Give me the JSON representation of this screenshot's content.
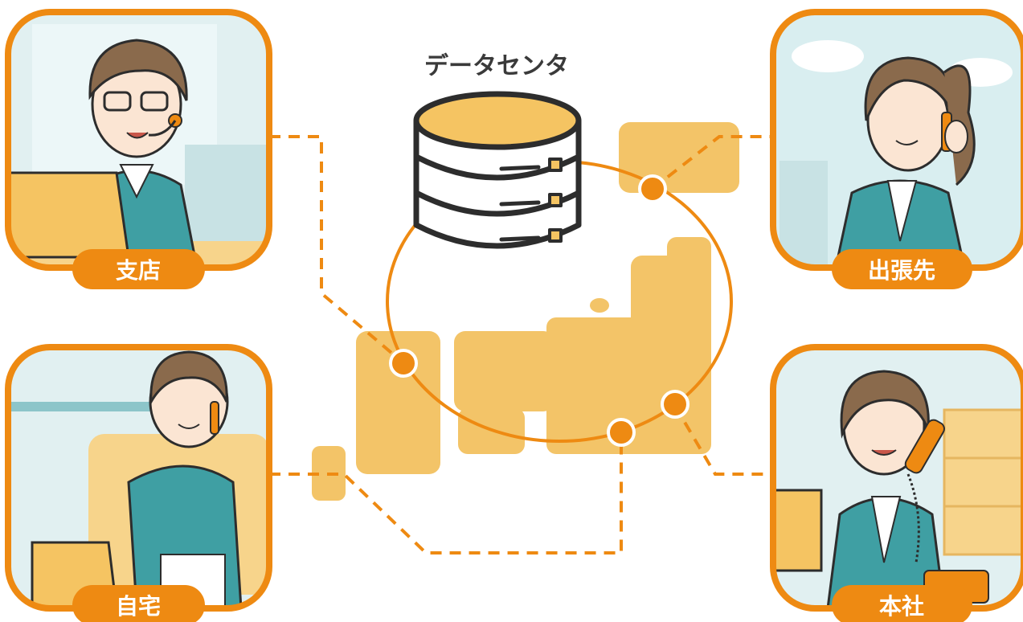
{
  "title": "データセンタ",
  "nodes": {
    "branch": "支店",
    "business_trip": "出張先",
    "home": "自宅",
    "headquarters": "本社"
  },
  "colors": {
    "orange": "#ee8a12",
    "map_fill": "#f3c468",
    "db_fill": "#f5c462",
    "outline": "#2d2d2d",
    "teal": "#3f9fa3",
    "sky": "#d9eef0"
  },
  "icons": [
    "database-icon",
    "japan-map",
    "person-illustration"
  ]
}
